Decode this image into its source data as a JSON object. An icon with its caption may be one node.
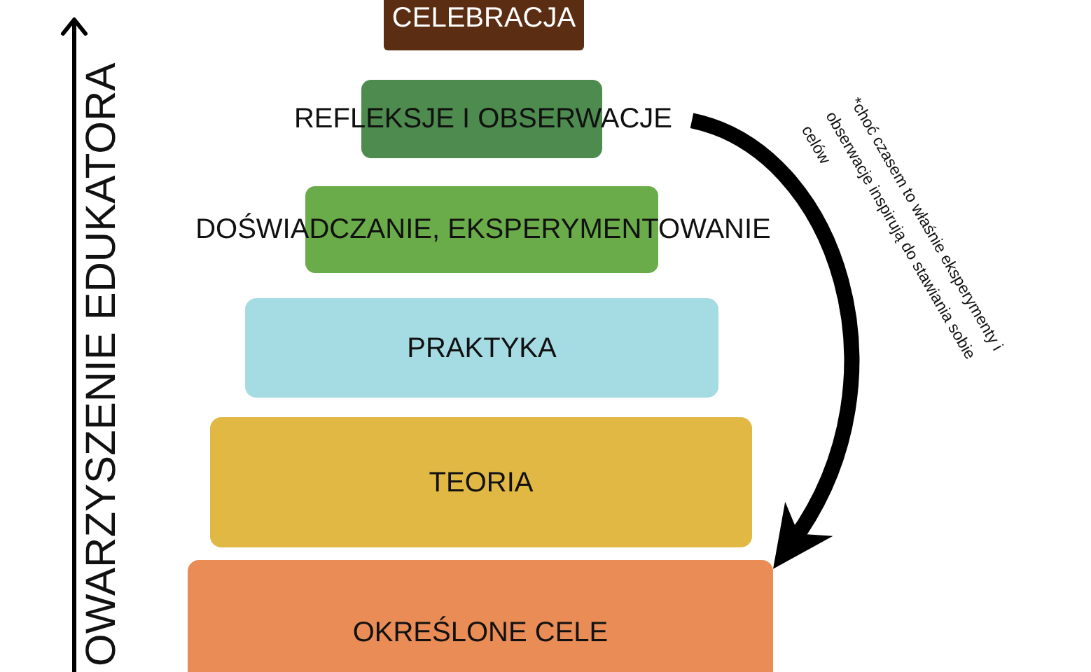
{
  "diagram": {
    "nodes": [
      {
        "text": [
          "CELEBRACJA"
        ]
      },
      {
        "text": [
          "REFLEKSJE I OBSERWACJE"
        ]
      },
      {
        "text": [
          "DOŚWIADCZANIE, EKSPERYMENTOWANIE"
        ]
      },
      {
        "text": [
          "PRAKTYKA"
        ]
      },
      {
        "text": [
          "TEORIA"
        ]
      },
      {
        "text": [
          "OKREŚLONE CELE"
        ]
      }
    ],
    "edges": [
      {
        "from": 1,
        "to": 5,
        "arrow": "to"
      }
    ],
    "labels": [
      "OWARZYSZENIE EDUKATORA",
      "*choć czasem to właśnie eksperymenty i obserwacje inspirują do stawiania sobie celów"
    ]
  }
}
